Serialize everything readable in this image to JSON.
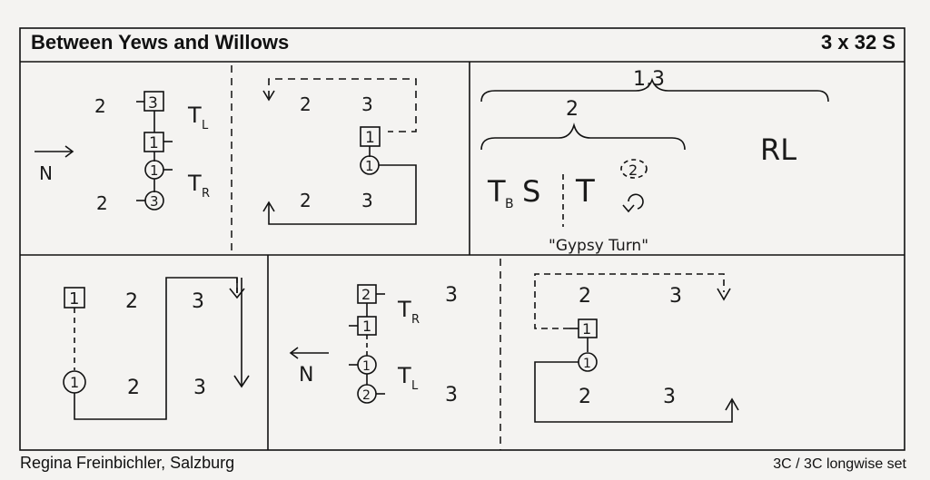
{
  "header": {
    "title": "Between Yews and Willows",
    "formation": "3 x 32 S"
  },
  "footer": {
    "author": "Regina Freinbichler, Salzburg",
    "set_type": "3C / 3C longwise set"
  },
  "panel1": {
    "north": "N",
    "men_top": "2",
    "men_bottom": "2",
    "box_a": "3",
    "box_b": "1",
    "circle_a": "1",
    "circle_b": "3",
    "turn_left": "T",
    "turn_left_sub": "L",
    "turn_right": "T",
    "turn_right_sub": "R"
  },
  "panel2": {
    "top_a": "2",
    "top_b": "3",
    "box": "1",
    "circle": "1",
    "bottom_a": "2",
    "bottom_b": "3"
  },
  "panel3": {
    "brace_outer": "1,3",
    "brace_inner": "2",
    "tbs": "T",
    "tbs_sub": "B",
    "tbs_s": "S",
    "t": "T",
    "dancer": "2",
    "gypsy": "\"Gypsy Turn\"",
    "rl": "RL"
  },
  "panel4": {
    "box": "1",
    "circle": "1",
    "top_a": "2",
    "top_b": "3",
    "bottom_a": "2",
    "bottom_b": "3"
  },
  "panel5": {
    "north": "N",
    "box_a": "2",
    "box_b": "1",
    "circle_a": "1",
    "circle_b": "2",
    "turn_right": "T",
    "turn_right_sub": "R",
    "turn_left": "T",
    "turn_left_sub": "L",
    "right_top": "3",
    "right_bottom": "3"
  },
  "panel6": {
    "top_a": "2",
    "top_b": "3",
    "box": "1",
    "circle": "1",
    "bottom_a": "2",
    "bottom_b": "3"
  }
}
